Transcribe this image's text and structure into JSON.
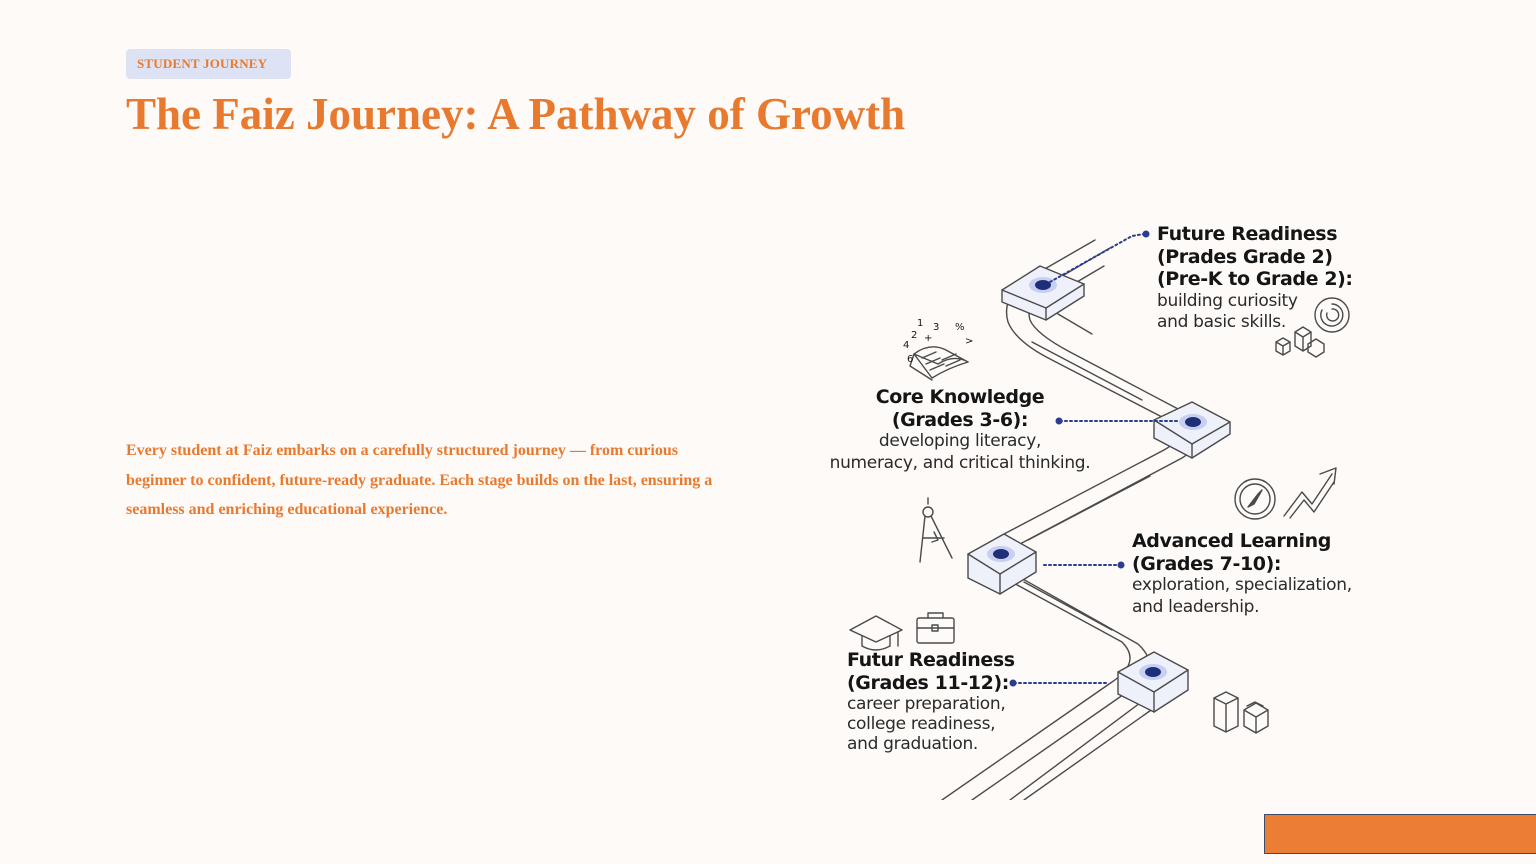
{
  "header": {
    "tag": "STUDENT JOURNEY",
    "title": "The Faiz Journey: A Pathway of Growth"
  },
  "intro": "Every student at Faiz embarks on a carefully structured journey — from curious beginner to confident, future-ready graduate. Each stage builds on the last, ensuring a seamless and enriching educational experience.",
  "stages": [
    {
      "heading_lines": [
        "Future Readiness",
        "(Prades Grade 2)",
        "(Pre-K to Grade 2):"
      ],
      "desc_lines": [
        "building curiosity",
        "and basic skills."
      ],
      "icons": [
        "spiral-icon",
        "blocks-icon"
      ]
    },
    {
      "heading_lines": [
        "Core Knowledge",
        "(Grades 3-6):"
      ],
      "desc_lines": [
        "developing literacy,",
        "numeracy, and critical thinking."
      ],
      "icons": [
        "open-book-numbers-icon",
        "compass-drawing-icon"
      ]
    },
    {
      "heading_lines": [
        "Advanced Learning",
        "(Grades 7-10):"
      ],
      "desc_lines": [
        "exploration, specialization,",
        "and leadership."
      ],
      "icons": [
        "compass-icon",
        "trend-arrow-icon"
      ]
    },
    {
      "heading_lines": [
        "Futur Readiness",
        "(Grades 11-12):"
      ],
      "desc_lines": [
        "career preparation,",
        "college readiness,",
        "and graduation."
      ],
      "icons": [
        "graduation-cap-icon",
        "briefcase-icon",
        "boxes-icon"
      ]
    }
  ],
  "icon_numbers": [
    "1",
    "2",
    "3",
    "4",
    "6",
    "+",
    "%",
    ">"
  ],
  "colors": {
    "accent": "#e87a30",
    "tag_bg": "#dde3f5",
    "node_dot": "#1e2f7a",
    "path_line": "#4a4a4a",
    "bar": "#ec7d34"
  }
}
